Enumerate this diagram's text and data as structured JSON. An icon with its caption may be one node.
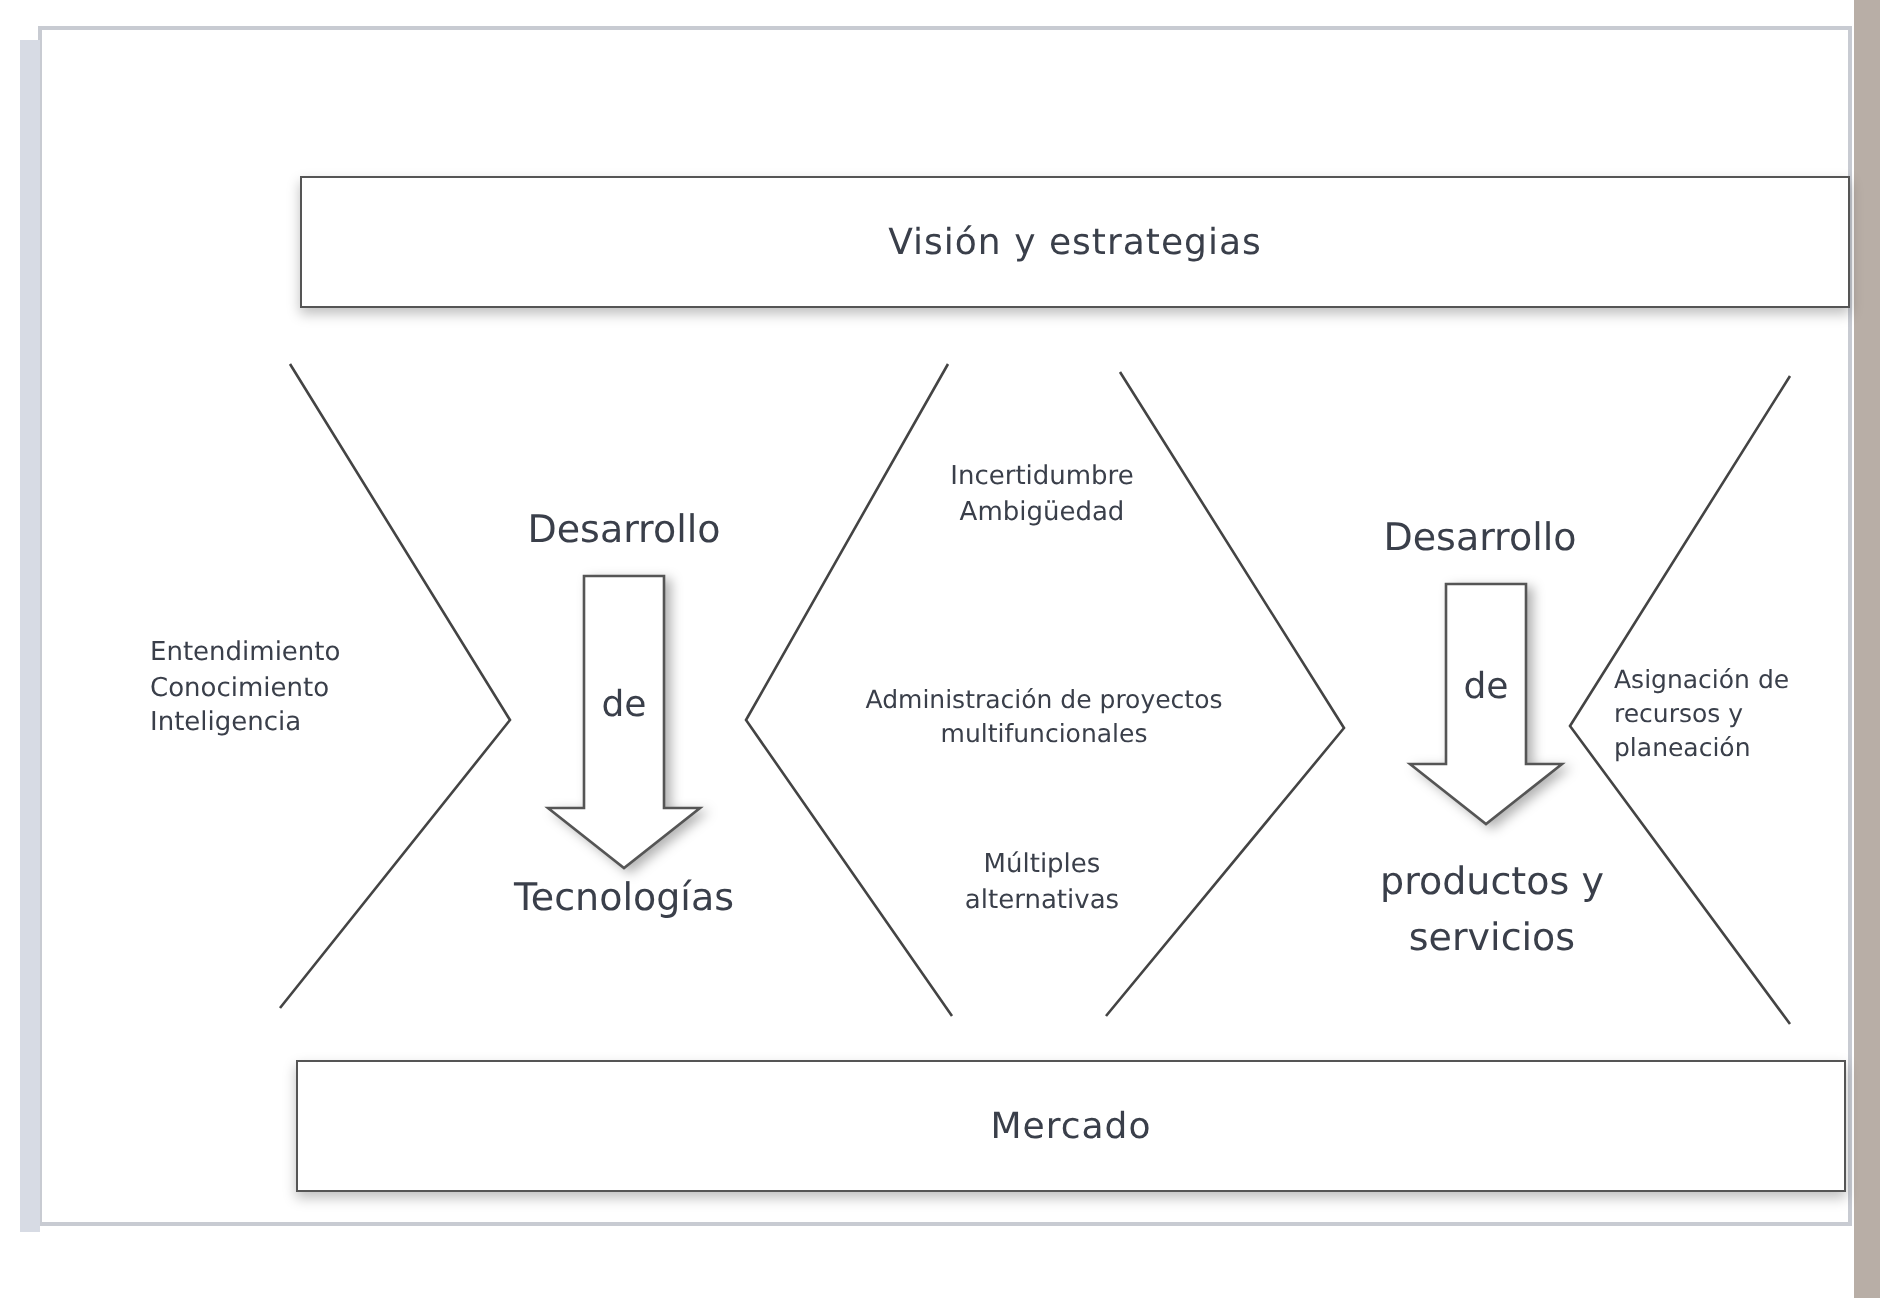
{
  "diagram": {
    "nodes": [
      {
        "text": [
          "Visión y estrategias"
        ]
      },
      {
        "text": [
          "Entendimiento Conocimiento Inteligencia"
        ]
      },
      {
        "text": [
          "Desarrollo"
        ]
      },
      {
        "text": [
          "Tecnologías"
        ]
      },
      {
        "text": [
          "Incertidumbre Ambigüedad",
          "Administración de proyectos multifuncionales",
          "Múltiples alternativas"
        ]
      },
      {
        "text": [
          "Desarrollo"
        ]
      },
      {
        "text": [
          "productos y servicios"
        ]
      },
      {
        "text": [
          "Asignación de recursos y planeación"
        ]
      },
      {
        "text": [
          "Mercado"
        ]
      }
    ],
    "edges": [
      {
        "from": 2,
        "to": 3,
        "arrow": "to",
        "label": "de",
        "style": "thick"
      },
      {
        "from": 5,
        "to": 6,
        "arrow": "to",
        "label": "de",
        "style": "thick"
      }
    ]
  }
}
